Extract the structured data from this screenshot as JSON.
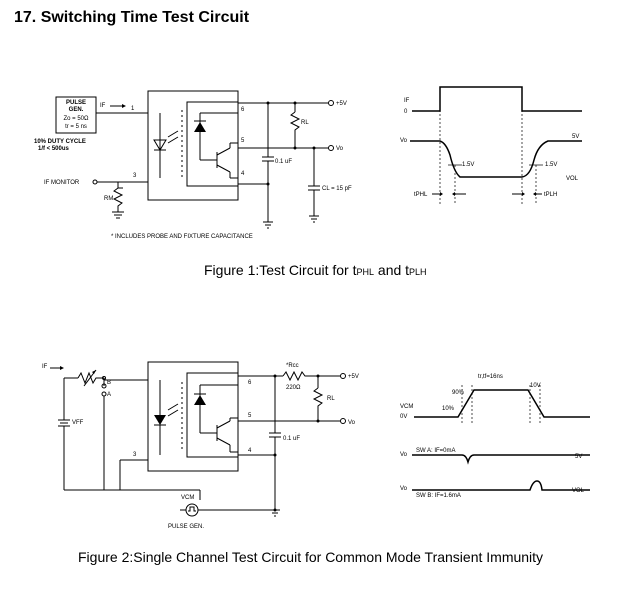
{
  "page_title": "17. Switching Time Test Circuit",
  "figure1": {
    "caption_pre": "Figure 1:Test Circuit for t",
    "caption_sub1": "PHL",
    "caption_mid": " and t",
    "caption_sub2": "PLH",
    "pulse_gen_line1": "PULSE",
    "pulse_gen_line2": "GEN.",
    "pulse_gen_z": "Zo = 50Ω",
    "pulse_gen_t": "tr = 5 ns",
    "duty_line1": "10% DUTY CYCLE",
    "duty_line2": "1/f < 500us",
    "if_label": "IF",
    "if_monitor": "IF MONITOR",
    "rm_label": "RM",
    "pin1": "1",
    "pin3": "3",
    "pin4": "4",
    "pin5": "5",
    "pin6": "6",
    "vplus": "+5V",
    "rl": "RL",
    "vo": "Vo",
    "cap_01": "0.1 uF",
    "cl": "CL = 15 pF",
    "star_note": "* INCLUDES PROBE AND FIXTURE CAPACITANCE",
    "tw_if": "IF",
    "tw_zero": "0",
    "tw_vo": "Vo",
    "tw_5v": "5V",
    "tw_15a": "1.5V",
    "tw_15b": "1.5V",
    "tw_vol": "VOL",
    "tw_tphl": "tPHL",
    "tw_tplh": "tPLH"
  },
  "figure2": {
    "caption": "Figure 2:Single Channel Test Circuit for Common Mode Transient Immunity",
    "if_label": "IF",
    "sw_b": "B",
    "sw_a": "A",
    "vff": "VFF",
    "rcc": "*Rcc",
    "r220": "220Ω",
    "vplus": "+5V",
    "rl": "RL",
    "vo": "Vo",
    "cap_01": "0.1 uF",
    "pin3": "3",
    "pin4": "4",
    "pin5": "5",
    "pin6": "6",
    "vcm_top": "VCM",
    "pulse_gen": "PULSE GEN.",
    "tw_vcm": "VCM",
    "tw_0v": "0V",
    "tw_trtf": "tr,tf=16ns",
    "tw_10v": "10V",
    "tw_90": "90%",
    "tw_10": "10%",
    "tw_vo1": "Vo",
    "tw_swa": "SW A: IF=0mA",
    "tw_5v": "5V",
    "tw_vo2": "Vo",
    "tw_swb": "SW B: IF=1.6mA",
    "tw_vol": "VOL"
  }
}
